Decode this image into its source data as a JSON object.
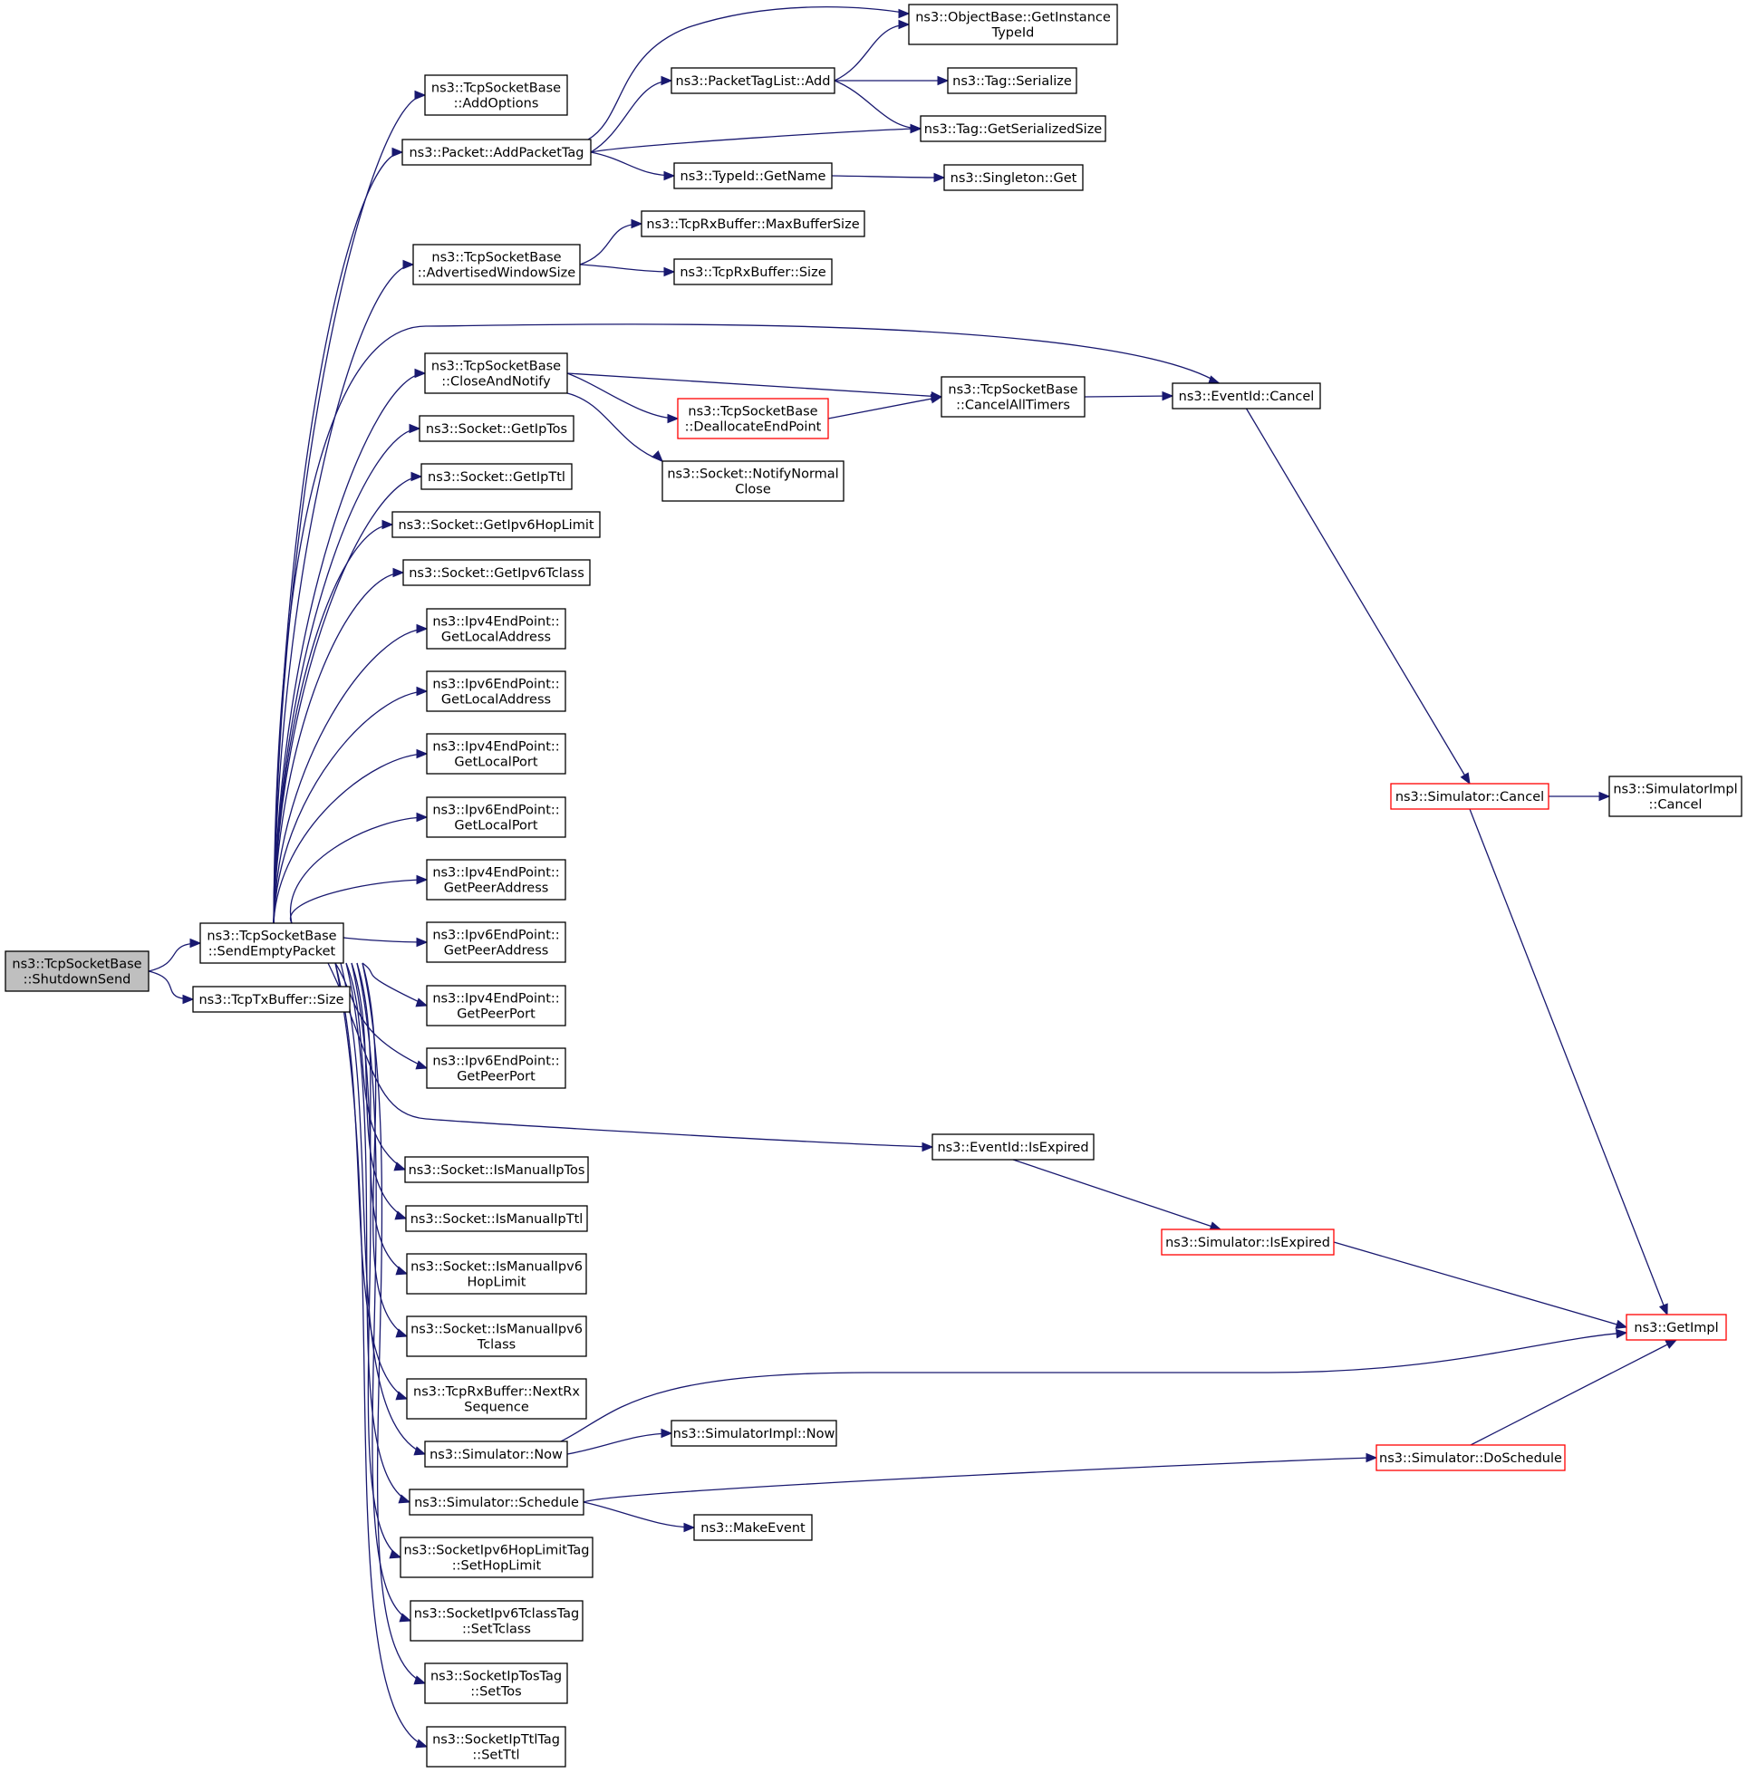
{
  "colors": {
    "edge": "#191970",
    "node_border": "#000000",
    "truncated_border": "#ff0000",
    "root_fill": "#bfbfbf",
    "background": "#ffffff"
  },
  "nodes": [
    {
      "id": "shutdownsend",
      "lines": [
        "ns3::TcpSocketBase",
        "::ShutdownSend"
      ],
      "style": "root"
    },
    {
      "id": "sendemptypacket",
      "lines": [
        "ns3::TcpSocketBase",
        "::SendEmptyPacket"
      ]
    },
    {
      "id": "tcptxbuffer-size",
      "lines": [
        "ns3::TcpTxBuffer::Size"
      ]
    },
    {
      "id": "addoptions",
      "lines": [
        "ns3::TcpSocketBase",
        "::AddOptions"
      ]
    },
    {
      "id": "addpackettag",
      "lines": [
        "ns3::Packet::AddPacketTag"
      ]
    },
    {
      "id": "advertisedwindowsize",
      "lines": [
        "ns3::TcpSocketBase",
        "::AdvertisedWindowSize"
      ]
    },
    {
      "id": "closeandnotify",
      "lines": [
        "ns3::TcpSocketBase",
        "::CloseAndNotify"
      ]
    },
    {
      "id": "getiptos",
      "lines": [
        "ns3::Socket::GetIpTos"
      ]
    },
    {
      "id": "getipttl",
      "lines": [
        "ns3::Socket::GetIpTtl"
      ]
    },
    {
      "id": "getipv6hoplimit",
      "lines": [
        "ns3::Socket::GetIpv6HopLimit"
      ]
    },
    {
      "id": "getipv6tclass",
      "lines": [
        "ns3::Socket::GetIpv6Tclass"
      ]
    },
    {
      "id": "ipv4-getlocaladdress",
      "lines": [
        "ns3::Ipv4EndPoint::",
        "GetLocalAddress"
      ]
    },
    {
      "id": "ipv6-getlocaladdress",
      "lines": [
        "ns3::Ipv6EndPoint::",
        "GetLocalAddress"
      ]
    },
    {
      "id": "ipv4-getlocalport",
      "lines": [
        "ns3::Ipv4EndPoint::",
        "GetLocalPort"
      ]
    },
    {
      "id": "ipv6-getlocalport",
      "lines": [
        "ns3::Ipv6EndPoint::",
        "GetLocalPort"
      ]
    },
    {
      "id": "ipv4-getpeeraddress",
      "lines": [
        "ns3::Ipv4EndPoint::",
        "GetPeerAddress"
      ]
    },
    {
      "id": "ipv6-getpeeraddress",
      "lines": [
        "ns3::Ipv6EndPoint::",
        "GetPeerAddress"
      ]
    },
    {
      "id": "ipv4-getpeerport",
      "lines": [
        "ns3::Ipv4EndPoint::",
        "GetPeerPort"
      ]
    },
    {
      "id": "ipv6-getpeerport",
      "lines": [
        "ns3::Ipv6EndPoint::",
        "GetPeerPort"
      ]
    },
    {
      "id": "ismanualiptos",
      "lines": [
        "ns3::Socket::IsManualIpTos"
      ]
    },
    {
      "id": "ismanualipttl",
      "lines": [
        "ns3::Socket::IsManualIpTtl"
      ]
    },
    {
      "id": "ismanualipv6hoplimit",
      "lines": [
        "ns3::Socket::IsManualIpv6",
        "HopLimit"
      ]
    },
    {
      "id": "ismanualipv6tclass",
      "lines": [
        "ns3::Socket::IsManualIpv6",
        "Tclass"
      ]
    },
    {
      "id": "nextrxsequence",
      "lines": [
        "ns3::TcpRxBuffer::NextRx",
        "Sequence"
      ]
    },
    {
      "id": "simulator-now",
      "lines": [
        "ns3::Simulator::Now"
      ]
    },
    {
      "id": "simulator-schedule",
      "lines": [
        "ns3::Simulator::Schedule"
      ]
    },
    {
      "id": "sethoplimit",
      "lines": [
        "ns3::SocketIpv6HopLimitTag",
        "::SetHopLimit"
      ]
    },
    {
      "id": "settclass",
      "lines": [
        "ns3::SocketIpv6TclassTag",
        "::SetTclass"
      ]
    },
    {
      "id": "settos",
      "lines": [
        "ns3::SocketIpTosTag",
        "::SetTos"
      ]
    },
    {
      "id": "setttl",
      "lines": [
        "ns3::SocketIpTtlTag",
        "::SetTtl"
      ]
    },
    {
      "id": "packettaglist-add",
      "lines": [
        "ns3::PacketTagList::Add"
      ]
    },
    {
      "id": "typeid-getname",
      "lines": [
        "ns3::TypeId::GetName"
      ]
    },
    {
      "id": "getinstancetypeid",
      "lines": [
        "ns3::ObjectBase::GetInstance",
        "TypeId"
      ]
    },
    {
      "id": "tag-serialize",
      "lines": [
        "ns3::Tag::Serialize"
      ]
    },
    {
      "id": "tag-getserializedsize",
      "lines": [
        "ns3::Tag::GetSerializedSize"
      ]
    },
    {
      "id": "singleton-get",
      "lines": [
        "ns3::Singleton::Get"
      ]
    },
    {
      "id": "maxbuffersize",
      "lines": [
        "ns3::TcpRxBuffer::MaxBufferSize"
      ]
    },
    {
      "id": "tcprxbuffer-size",
      "lines": [
        "ns3::TcpRxBuffer::Size"
      ]
    },
    {
      "id": "deallocateendpoint",
      "lines": [
        "ns3::TcpSocketBase",
        "::DeallocateEndPoint"
      ],
      "style": "truncated"
    },
    {
      "id": "notifynormalclose",
      "lines": [
        "ns3::Socket::NotifyNormal",
        "Close"
      ]
    },
    {
      "id": "cancelalltimers",
      "lines": [
        "ns3::TcpSocketBase",
        "::CancelAllTimers"
      ]
    },
    {
      "id": "eventid-cancel",
      "lines": [
        "ns3::EventId::Cancel"
      ]
    },
    {
      "id": "eventid-isexpired",
      "lines": [
        "ns3::EventId::IsExpired"
      ]
    },
    {
      "id": "simulatorimpl-now",
      "lines": [
        "ns3::SimulatorImpl::Now"
      ]
    },
    {
      "id": "makeevent",
      "lines": [
        "ns3::MakeEvent"
      ]
    },
    {
      "id": "simulator-cancel",
      "lines": [
        "ns3::Simulator::Cancel"
      ],
      "style": "truncated"
    },
    {
      "id": "simulatorimpl-cancel",
      "lines": [
        "ns3::SimulatorImpl",
        "::Cancel"
      ]
    },
    {
      "id": "simulator-isexpired",
      "lines": [
        "ns3::Simulator::IsExpired"
      ],
      "style": "truncated"
    },
    {
      "id": "simulator-doschedule",
      "lines": [
        "ns3::Simulator::DoSchedule"
      ],
      "style": "truncated"
    },
    {
      "id": "getimpl",
      "lines": [
        "ns3::GetImpl"
      ],
      "style": "truncated"
    }
  ],
  "edges": [
    [
      "shutdownsend",
      "sendemptypacket"
    ],
    [
      "shutdownsend",
      "tcptxbuffer-size"
    ],
    [
      "sendemptypacket",
      "addoptions"
    ],
    [
      "sendemptypacket",
      "addpackettag"
    ],
    [
      "sendemptypacket",
      "advertisedwindowsize"
    ],
    [
      "sendemptypacket",
      "closeandnotify"
    ],
    [
      "sendemptypacket",
      "eventid-cancel"
    ],
    [
      "sendemptypacket",
      "getiptos"
    ],
    [
      "sendemptypacket",
      "getipttl"
    ],
    [
      "sendemptypacket",
      "getipv6hoplimit"
    ],
    [
      "sendemptypacket",
      "getipv6tclass"
    ],
    [
      "sendemptypacket",
      "ipv4-getlocaladdress"
    ],
    [
      "sendemptypacket",
      "ipv6-getlocaladdress"
    ],
    [
      "sendemptypacket",
      "ipv4-getlocalport"
    ],
    [
      "sendemptypacket",
      "ipv6-getlocalport"
    ],
    [
      "sendemptypacket",
      "ipv4-getpeeraddress"
    ],
    [
      "sendemptypacket",
      "ipv6-getpeeraddress"
    ],
    [
      "sendemptypacket",
      "ipv4-getpeerport"
    ],
    [
      "sendemptypacket",
      "ipv6-getpeerport"
    ],
    [
      "sendemptypacket",
      "eventid-isexpired"
    ],
    [
      "sendemptypacket",
      "ismanualiptos"
    ],
    [
      "sendemptypacket",
      "ismanualipttl"
    ],
    [
      "sendemptypacket",
      "ismanualipv6hoplimit"
    ],
    [
      "sendemptypacket",
      "ismanualipv6tclass"
    ],
    [
      "sendemptypacket",
      "nextrxsequence"
    ],
    [
      "sendemptypacket",
      "simulator-now"
    ],
    [
      "sendemptypacket",
      "simulator-schedule"
    ],
    [
      "sendemptypacket",
      "sethoplimit"
    ],
    [
      "sendemptypacket",
      "settclass"
    ],
    [
      "sendemptypacket",
      "settos"
    ],
    [
      "sendemptypacket",
      "setttl"
    ],
    [
      "addpackettag",
      "packettaglist-add"
    ],
    [
      "addpackettag",
      "getinstancetypeid"
    ],
    [
      "addpackettag",
      "tag-getserializedsize"
    ],
    [
      "addpackettag",
      "typeid-getname"
    ],
    [
      "packettaglist-add",
      "getinstancetypeid"
    ],
    [
      "packettaglist-add",
      "tag-serialize"
    ],
    [
      "packettaglist-add",
      "tag-getserializedsize"
    ],
    [
      "typeid-getname",
      "singleton-get"
    ],
    [
      "advertisedwindowsize",
      "maxbuffersize"
    ],
    [
      "advertisedwindowsize",
      "tcprxbuffer-size"
    ],
    [
      "closeandnotify",
      "cancelalltimers"
    ],
    [
      "closeandnotify",
      "deallocateendpoint"
    ],
    [
      "closeandnotify",
      "notifynormalclose"
    ],
    [
      "deallocateendpoint",
      "cancelalltimers"
    ],
    [
      "cancelalltimers",
      "eventid-cancel"
    ],
    [
      "eventid-cancel",
      "simulator-cancel"
    ],
    [
      "simulator-cancel",
      "simulatorimpl-cancel"
    ],
    [
      "simulator-cancel",
      "getimpl"
    ],
    [
      "eventid-isexpired",
      "simulator-isexpired"
    ],
    [
      "simulator-isexpired",
      "getimpl"
    ],
    [
      "simulator-now",
      "getimpl"
    ],
    [
      "simulator-now",
      "simulatorimpl-now"
    ],
    [
      "simulator-schedule",
      "simulator-doschedule"
    ],
    [
      "simulator-schedule",
      "makeevent"
    ],
    [
      "simulator-doschedule",
      "getimpl"
    ]
  ]
}
